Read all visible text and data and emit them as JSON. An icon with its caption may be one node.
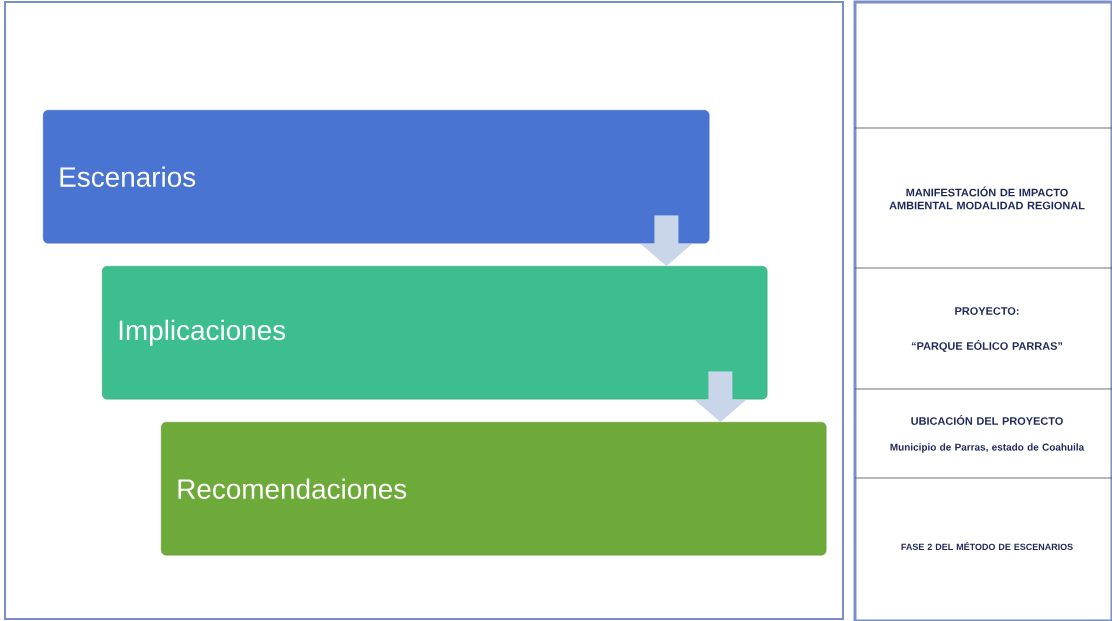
{
  "diagram": {
    "nodes": [
      {
        "text": [
          "Escenarios"
        ]
      },
      {
        "text": [
          "Implicaciones"
        ]
      },
      {
        "text": [
          "Recomendaciones"
        ]
      }
    ],
    "edges": [
      {
        "from": 0,
        "to": 1,
        "arrow": "to"
      },
      {
        "from": 1,
        "to": 2,
        "arrow": "to"
      }
    ],
    "labels": [
      "MANIFESTACIÓN DE IMPACTO AMBIENTAL MODALIDAD REGIONAL",
      "PROYECTO:",
      "“PARQUE EÓLICO PARRAS”",
      "UBICACIÓN DEL PROYECTO",
      "Municipio de Parras, estado de Coahuila",
      "FASE 2 DEL MÉTODO DE ESCENARIOS"
    ]
  }
}
